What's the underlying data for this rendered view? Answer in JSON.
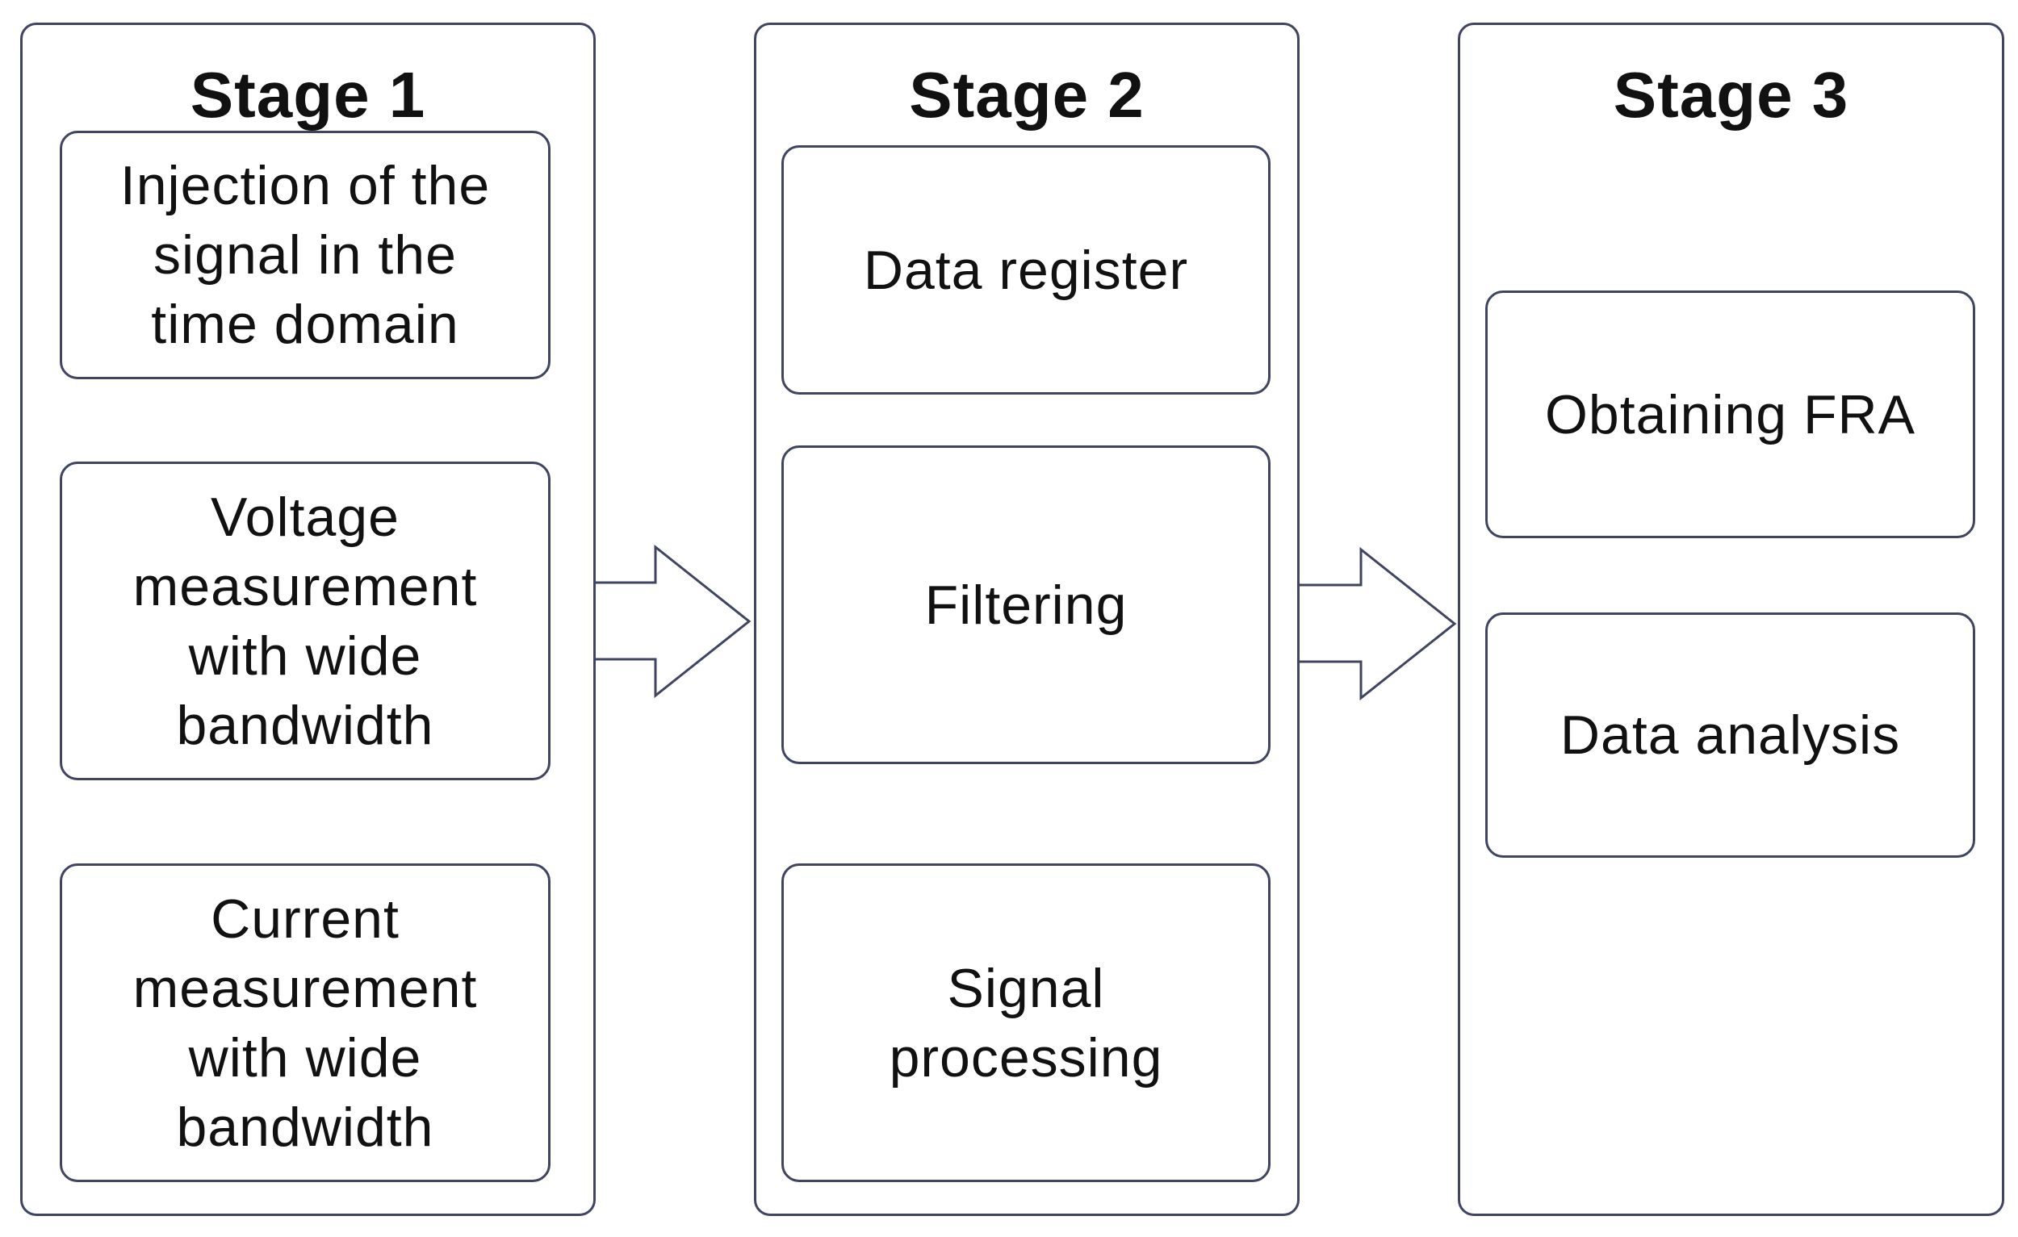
{
  "stages": [
    {
      "title": "Stage 1",
      "steps": [
        "Injection of the\nsignal in the\ntime domain",
        "Voltage\nmeasurement\nwith wide\nbandwidth",
        "Current\nmeasurement\nwith wide\nbandwidth"
      ]
    },
    {
      "title": "Stage 2",
      "steps": [
        "Data register",
        "Filtering",
        "Signal\nprocessing"
      ]
    },
    {
      "title": "Stage 3",
      "steps": [
        "Obtaining FRA",
        "Data analysis"
      ]
    }
  ],
  "colors": {
    "border": "#3f4460",
    "arrow": "#222222",
    "text": "#111111",
    "background": "#ffffff"
  }
}
